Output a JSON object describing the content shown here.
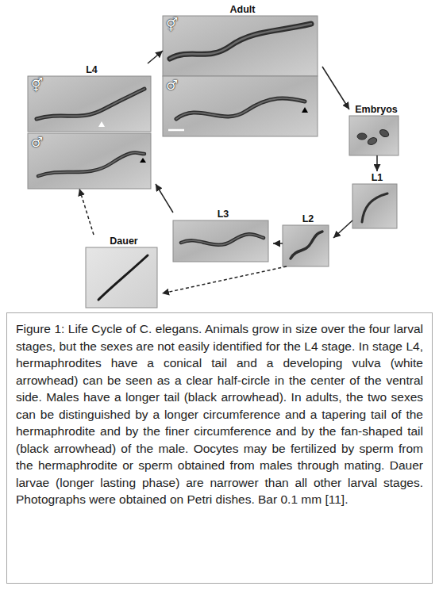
{
  "diagram": {
    "caption": "Figure 1: Life Cycle of C. elegans. Animals grow in size over the four larval stages, but the sexes are not easily identified for the L4 stage. In stage L4, hermaphrodites have a conical tail and a developing vulva (white arrowhead) can be seen as a clear half-circle in the center of the ventral side. Males have a longer tail (black arrowhead). In adults, the two sexes can be distinguished by a longer circumference and a tapering tail of the hermaphrodite and by the finer circumference and by the fan-shaped tail (black arrowhead) of the male. Oocytes may be fertilized by sperm from the hermaphrodite or sperm obtained from males through mating. Dauer larvae (longer lasting phase) are narrower than all other larval stages. Photographs were obtained on Petri dishes. Bar 0.1 mm [11].",
    "nodes": [
      {
        "text": [
          "Adult"
        ]
      },
      {
        "text": [
          "⚥"
        ],
        "in": 0
      },
      {
        "text": [
          "♂"
        ],
        "in": 0
      },
      {
        "text": [
          "Embryos"
        ]
      },
      {
        "text": [
          "L1"
        ]
      },
      {
        "text": [
          "L2"
        ]
      },
      {
        "text": [
          "L3"
        ]
      },
      {
        "text": [
          "Dauer"
        ]
      },
      {
        "text": [
          "L4"
        ]
      },
      {
        "text": [
          "⚥"
        ],
        "in": 8
      },
      {
        "text": [
          "♂"
        ],
        "in": 8
      }
    ],
    "edges": [
      {
        "from": 8,
        "to": 0,
        "arrow": "to"
      },
      {
        "from": 0,
        "to": 3,
        "arrow": "to"
      },
      {
        "from": 3,
        "to": 4,
        "arrow": "to"
      },
      {
        "from": 4,
        "to": 5,
        "arrow": "to"
      },
      {
        "from": 5,
        "to": 6,
        "arrow": "to"
      },
      {
        "from": 6,
        "to": 8,
        "arrow": "to"
      },
      {
        "from": 5,
        "to": 7,
        "arrow": "to"
      },
      {
        "from": 7,
        "to": 8,
        "arrow": "to"
      }
    ]
  }
}
